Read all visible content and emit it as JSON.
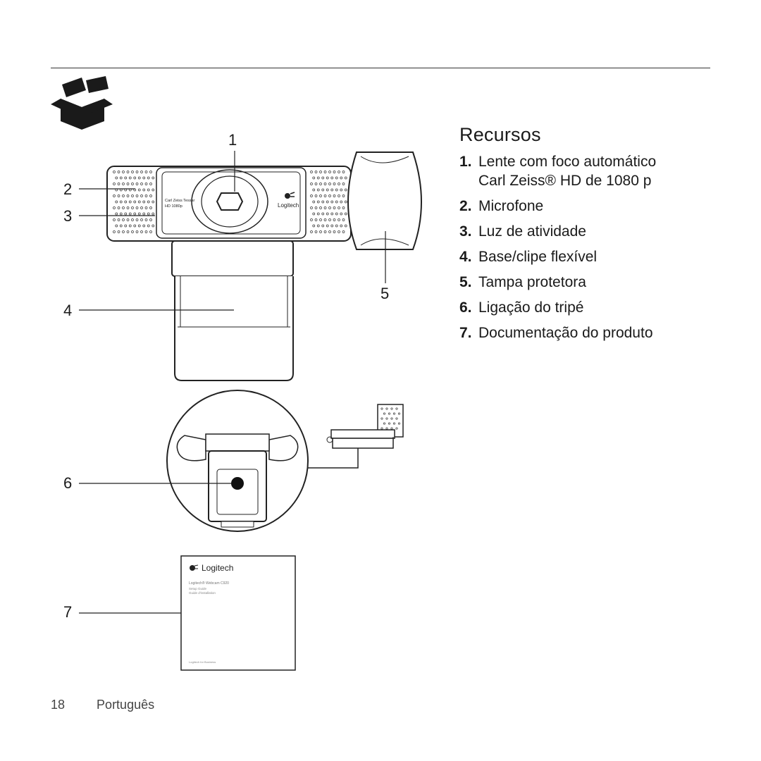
{
  "section": {
    "title": "Recursos"
  },
  "features": [
    {
      "num": "1.",
      "text": "Lente com foco automático",
      "sub": "Carl Zeiss® HD de 1080 p"
    },
    {
      "num": "2.",
      "text": "Microfone",
      "sub": ""
    },
    {
      "num": "3.",
      "text": "Luz de atividade",
      "sub": ""
    },
    {
      "num": "4.",
      "text": "Base/clipe flexível",
      "sub": ""
    },
    {
      "num": "5.",
      "text": "Tampa protetora",
      "sub": ""
    },
    {
      "num": "6.",
      "text": "Ligação do tripé",
      "sub": ""
    },
    {
      "num": "7.",
      "text": "Documentação do produto",
      "sub": ""
    }
  ],
  "callouts": [
    "1",
    "2",
    "3",
    "4",
    "5",
    "6",
    "7"
  ],
  "camera": {
    "lens_text": "Carl Zeiss Tessar",
    "hd_text": "HD 1080p",
    "brand": "Logitech"
  },
  "document": {
    "brand": "Logitech",
    "product": "Logitech® Webcam C920",
    "line1": "Setup Guide",
    "line2": "Guide d'installation",
    "footer": "Logitech for Business"
  },
  "footer": {
    "page_number": "18",
    "language": "Português"
  },
  "icons": {
    "box": "package-box-icon",
    "logo": "logitech-logo-icon"
  }
}
